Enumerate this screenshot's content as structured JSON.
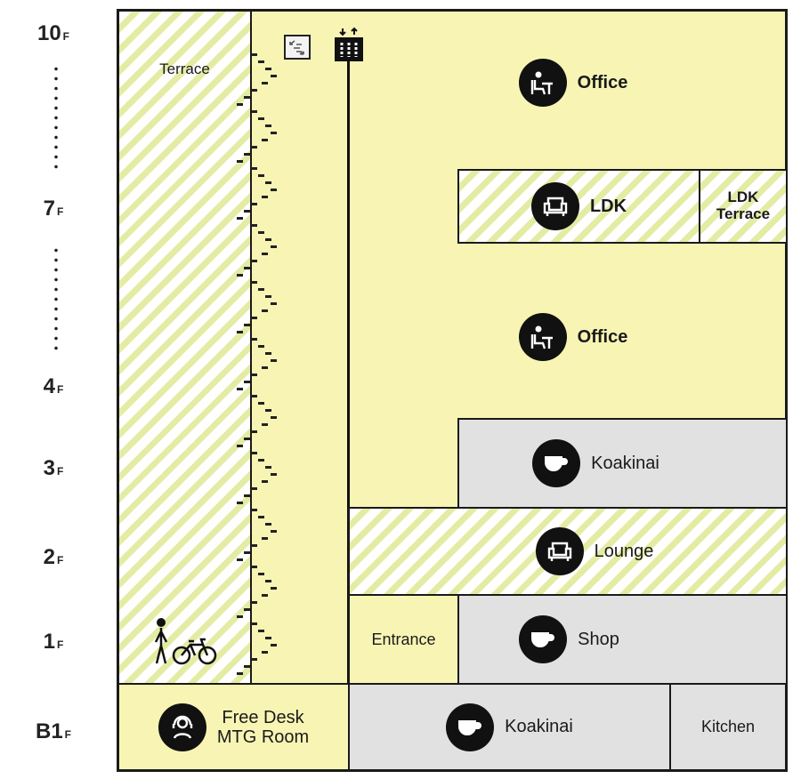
{
  "floors": [
    {
      "num": "10",
      "unit": "F"
    },
    {
      "num": "7",
      "unit": "F"
    },
    {
      "num": "4",
      "unit": "F"
    },
    {
      "num": "3",
      "unit": "F"
    },
    {
      "num": "2",
      "unit": "F"
    },
    {
      "num": "1",
      "unit": "F"
    },
    {
      "num": "B1",
      "unit": "F"
    }
  ],
  "rooms": {
    "terrace": "Terrace",
    "office_top": "Office",
    "ldk": "LDK",
    "ldk_terrace_1": "LDK",
    "ldk_terrace_2": "Terrace",
    "office_mid": "Office",
    "koakinai_3f": "Koakinai",
    "lounge": "Lounge",
    "entrance": "Entrance",
    "shop": "Shop",
    "free_desk_1": "Free Desk",
    "free_desk_2": "MTG Room",
    "koakinai_b1": "Koakinai",
    "kitchen": "Kitchen"
  },
  "colors": {
    "office": "#f8f5b4",
    "cafe": "#e1e1e1",
    "stripe": "#e4eca4"
  }
}
